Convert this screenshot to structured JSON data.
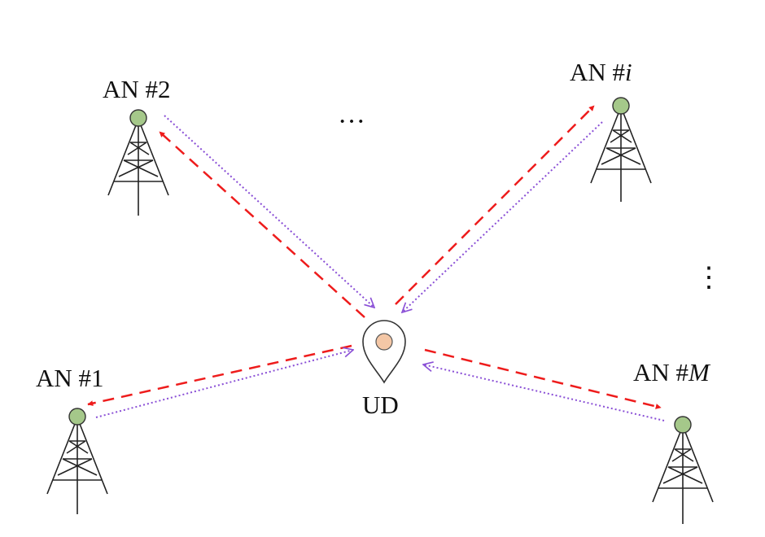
{
  "nodes": {
    "an1": {
      "prefix": "AN #",
      "index": "1"
    },
    "an2": {
      "prefix": "AN #",
      "index": "2"
    },
    "ani": {
      "prefix": "AN #",
      "index": "i"
    },
    "anm": {
      "prefix": "AN #",
      "index": "M"
    },
    "ud": {
      "label": "UD"
    }
  },
  "ellipsis": {
    "horizontal": "···",
    "vertical": "⋮"
  },
  "colors": {
    "uplink_dashed": "#ee1c1c",
    "downlink_dotted": "#8a4fd6",
    "antenna_head": "#a5c88a",
    "ud_center": "#f4c7a6"
  }
}
